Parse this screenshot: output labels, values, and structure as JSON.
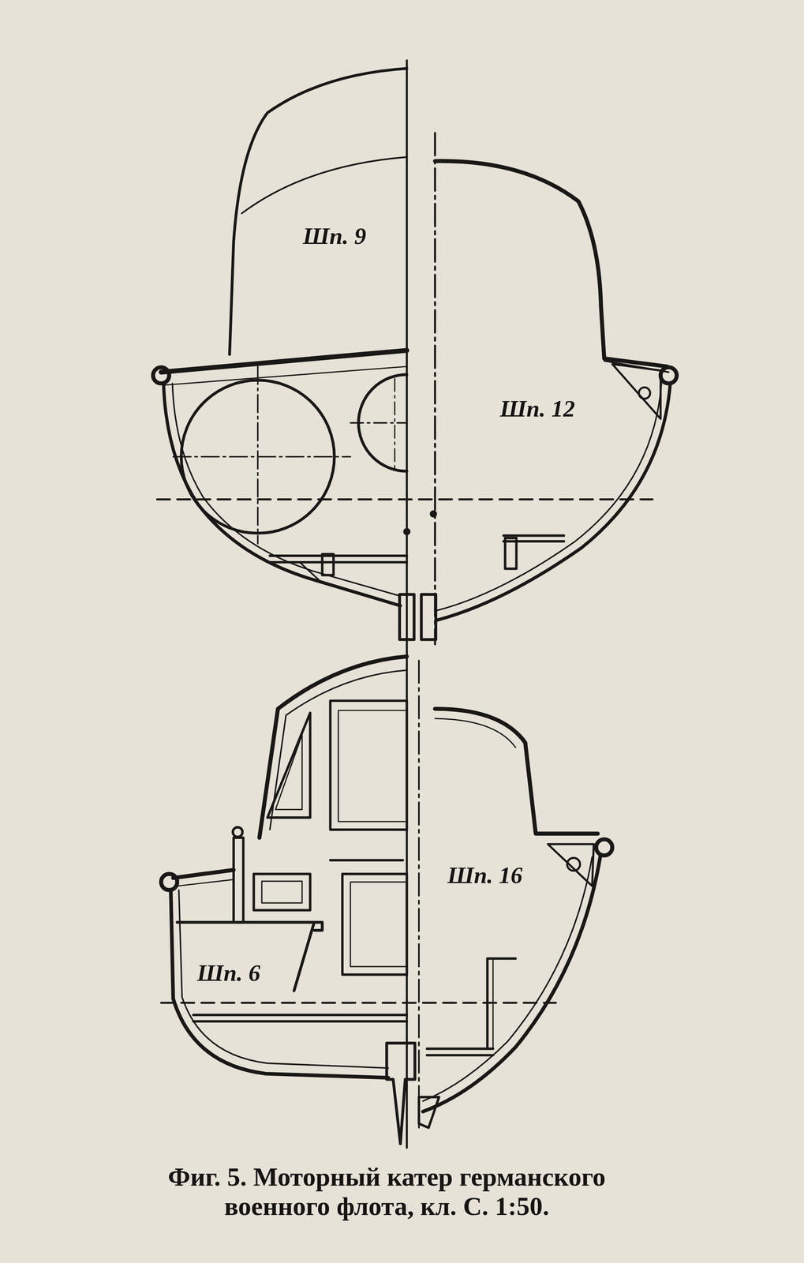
{
  "diagram": {
    "caption": "Фиг. 5. Моторный катер германского военного флота, кл. С. 1:50.",
    "labels": [
      "Шп. 9",
      "Шп. 12",
      "Шп. 16",
      "Шп. 6"
    ]
  }
}
